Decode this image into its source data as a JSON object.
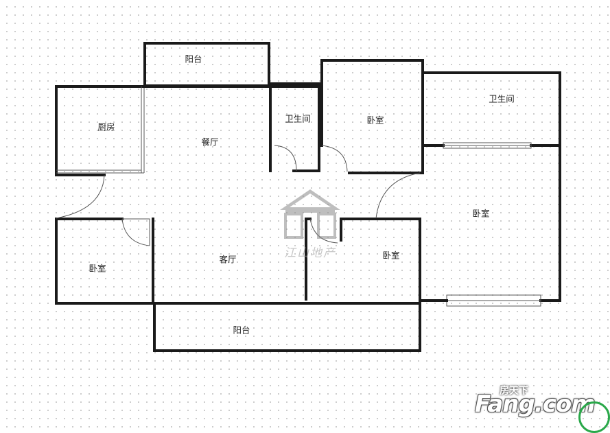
{
  "rooms": {
    "balcony_top": "阳台",
    "kitchen": "厨房",
    "dining": "餐厅",
    "bath_small": "卫生间",
    "bedroom_top": "卧室",
    "bath_right": "卫生间",
    "bedroom_right": "卧室",
    "bedroom_left": "卧室",
    "living": "客厅",
    "bedroom_mid": "卧室",
    "balcony_bottom": "阳台"
  },
  "watermark": {
    "text": "江山地产"
  },
  "brand": {
    "cn": "房天下",
    "en": "Fang.com"
  },
  "colors": {
    "wall": "#1a1a1a",
    "watermark": "#9a9a9a",
    "brand_accent": "#2aa84a"
  }
}
